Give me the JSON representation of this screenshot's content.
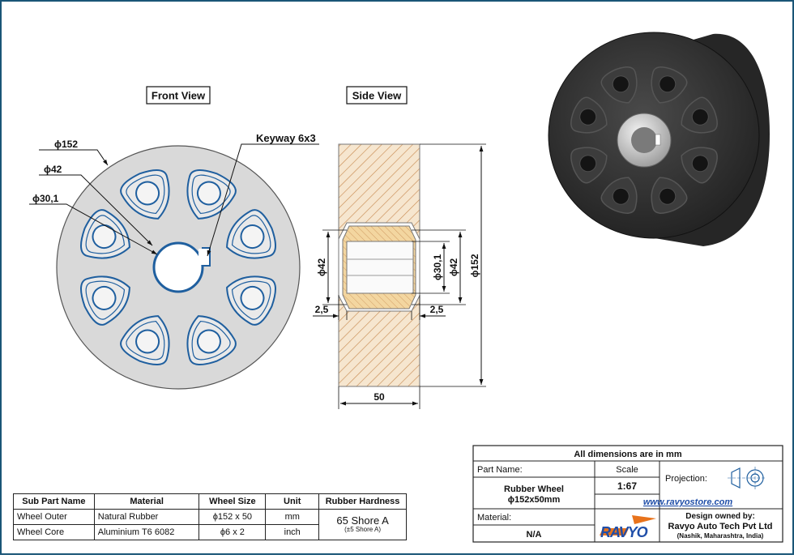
{
  "views": {
    "front_title": "Front View",
    "side_title": "Side View"
  },
  "front_dims": {
    "outer": "ϕ152",
    "hub": "ϕ42",
    "bore": "ϕ30,1",
    "keyway": "Keyway 6x3"
  },
  "side_dims": {
    "left_bore": "ϕ42",
    "core_bore": "ϕ30,1",
    "right_bore": "ϕ42",
    "outer_height": "ϕ152",
    "chamfer_left": "2,5",
    "chamfer_right": "2,5",
    "width": "50"
  },
  "colors": {
    "line_blue": "#1f5f9f",
    "face_gray": "#d7d7d7",
    "hatch_bg": "#f6e6cf",
    "hatch_line": "#c98d55",
    "core_fill": "#f3d6a0",
    "render_dark": "#2f2f2f",
    "logo_orange": "#e8731c",
    "logo_blue": "#1f4ea8"
  },
  "spec_table": {
    "headers": [
      "Sub Part Name",
      "Material",
      "Wheel Size",
      "Unit",
      "Rubber Hardness"
    ],
    "rows": [
      [
        "Wheel Outer",
        "Natural Rubber",
        "ϕ152 x 50",
        "mm"
      ],
      [
        "Wheel Core",
        "Aluminium T6 6082",
        "ϕ6 x 2",
        "inch"
      ]
    ],
    "hardness": "65 Shore A",
    "hardness_tol": "(±5 Shore A)"
  },
  "title_block": {
    "note": "All dimensions are in mm",
    "part_name_label": "Part Name:",
    "scale_label": "Scale",
    "projection_label": "Projection:",
    "part_name": "Rubber Wheel",
    "part_size": "ϕ152x50mm",
    "scale": "1:67",
    "website": "www.ravyostore.com",
    "material_label": "Material:",
    "material": "N/A",
    "logo_text": "RAVYO",
    "designed_by_label": "Design owned by:",
    "company": "Ravyo Auto Tech Pvt Ltd",
    "location": "(Nashik, Maharashtra, India)",
    "projection_icon": "third-angle-projection-icon"
  }
}
